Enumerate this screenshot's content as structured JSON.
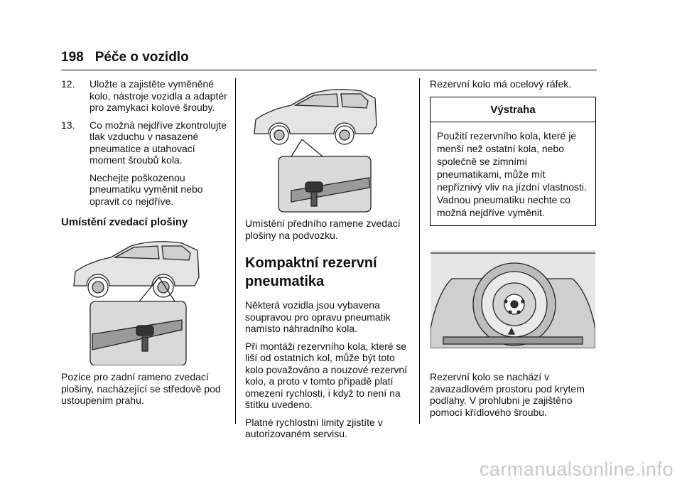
{
  "header": {
    "page_number": "198",
    "section_title": "Péče o vozidlo"
  },
  "col1": {
    "item12": {
      "num": "12.",
      "text": "Uložte a zajistěte vyměněné kolo, nástroje vozidla a adaptér pro zamykací kolové šrouby."
    },
    "item13": {
      "num": "13.",
      "text": "Co možná nejdříve zkontrolujte tlak vzduchu v nasazené pneumatice a utahovací moment šroubů kola.",
      "note": "Nechejte poškozenou pneumatiku vyměnit nebo opravit co nejdříve."
    },
    "heading": "Umístění zvedací plošiny",
    "caption": "Pozice pro zadní rameno zvedací plošiny, nacházející se středově pod ustoupením prahu."
  },
  "col2": {
    "caption": "Umístění předního ramene zvedací plošiny na podvozku.",
    "heading": "Kompaktní rezervní pneumatika",
    "p1": "Některá vozidla jsou vybavena soupravou pro opravu pneumatik namísto náhradního kola.",
    "p2": "Při montáži rezervního kola, které se liší od ostatních kol, může být toto kolo považováno a nouzové rezervní kolo, a proto v tomto případě platí omezení rychlosti, i když to není na štítku uvedeno.",
    "p3": "Platné rychlostní limity zjistíte v autorizovaném servisu."
  },
  "col3": {
    "intro": "Rezervní kolo má ocelový ráfek.",
    "warning": {
      "title": "Výstraha",
      "text": "Použití rezervního kola, které je menší než ostatní kola, nebo společně se zimními pneumatikami, může mít nepříznivý vliv na jízdní vlastnosti. Vadnou pneumatiku nechte co možná nejdříve vyměnit."
    },
    "caption": "Rezervní kolo se nachází v zavazadlovém prostoru pod krytem podlahy. V prohlubni je zajištěno pomocí křídlového šroubu."
  },
  "watermark": "carmanualsonline.info"
}
